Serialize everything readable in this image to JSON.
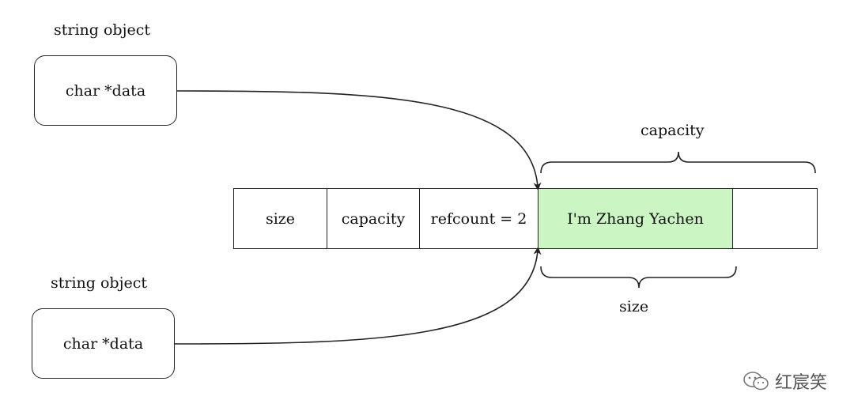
{
  "string_objects": [
    {
      "title": "string object",
      "field": "char *data"
    },
    {
      "title": "string object",
      "field": "char *data"
    }
  ],
  "buffer": {
    "cells": [
      "size",
      "capacity",
      "refcount = 2",
      "I'm Zhang Yachen",
      ""
    ]
  },
  "braces": {
    "capacity_label": "capacity",
    "size_label": "size"
  },
  "colors": {
    "data_fill": "#ccf5c4",
    "stroke": "#222222"
  },
  "watermark": {
    "icon": "wechat-icon",
    "text": "红宸笑"
  }
}
